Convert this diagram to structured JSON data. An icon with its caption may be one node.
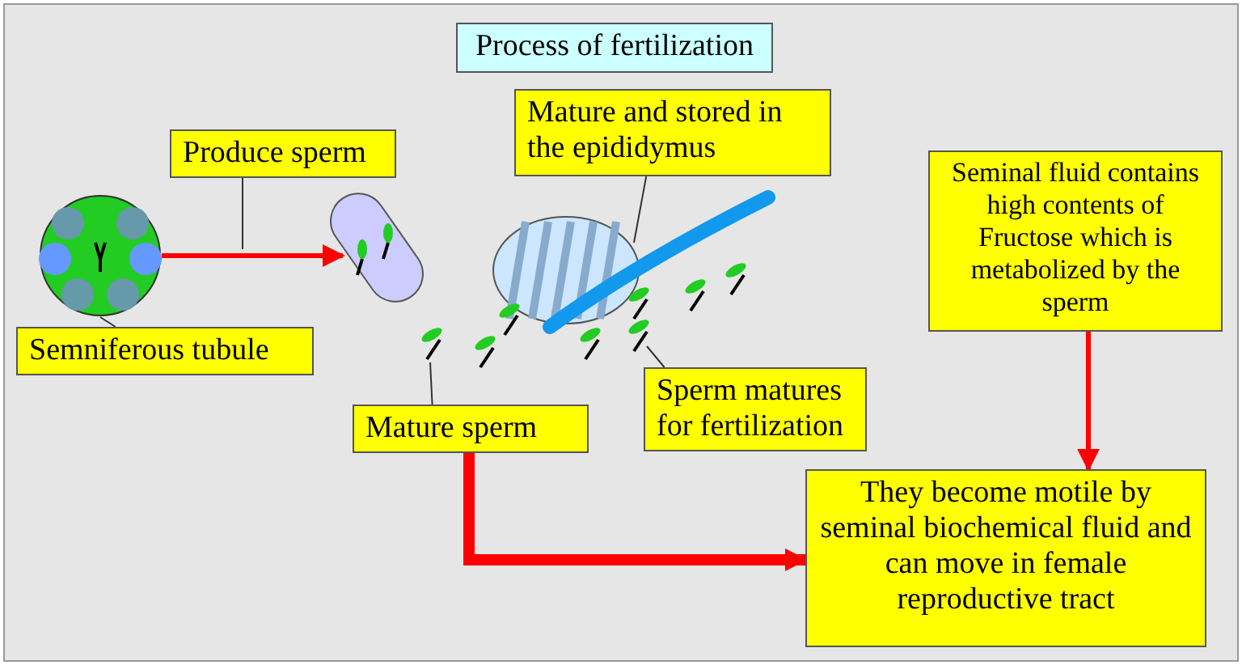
{
  "diagram": {
    "title": "Process of fertilization",
    "nodes": [
      {
        "text": [],
        "shape": "picture"
      },
      {
        "text": [
          "Produce sperm"
        ]
      },
      {
        "text": [],
        "shape": "picture"
      },
      {
        "text": [
          "Mature and stored in the epididymus"
        ]
      },
      {
        "text": [],
        "shape": "picture"
      },
      {
        "text": [
          "Seminal fluid contains high contents of Fructose which is metabolized by the sperm"
        ]
      },
      {
        "text": [
          "Semniferous tubule"
        ]
      },
      {
        "text": [
          "Mature sperm"
        ]
      },
      {
        "text": [
          "Sperm matures for fertilization"
        ]
      },
      {
        "text": [
          "They become motile by seminal biochemical fluid and can move in female reproductive tract"
        ]
      }
    ],
    "edges": [
      {
        "from": 0,
        "to": 2,
        "arrow": "to",
        "style": "thick",
        "color": "#ff0000"
      },
      {
        "from": 1,
        "to": null,
        "arrow": "none"
      },
      {
        "from": 6,
        "to": 0,
        "arrow": "none"
      },
      {
        "from": 3,
        "to": 4,
        "arrow": "none"
      },
      {
        "from": 8,
        "to": 4,
        "arrow": "none"
      },
      {
        "from": 7,
        "to": 4,
        "arrow": "none"
      },
      {
        "from": 7,
        "to": 9,
        "arrow": "to",
        "style": "thick",
        "color": "#ff0000"
      },
      {
        "from": 5,
        "to": 9,
        "arrow": "to",
        "style": "thick",
        "color": "#ff0000"
      }
    ]
  }
}
